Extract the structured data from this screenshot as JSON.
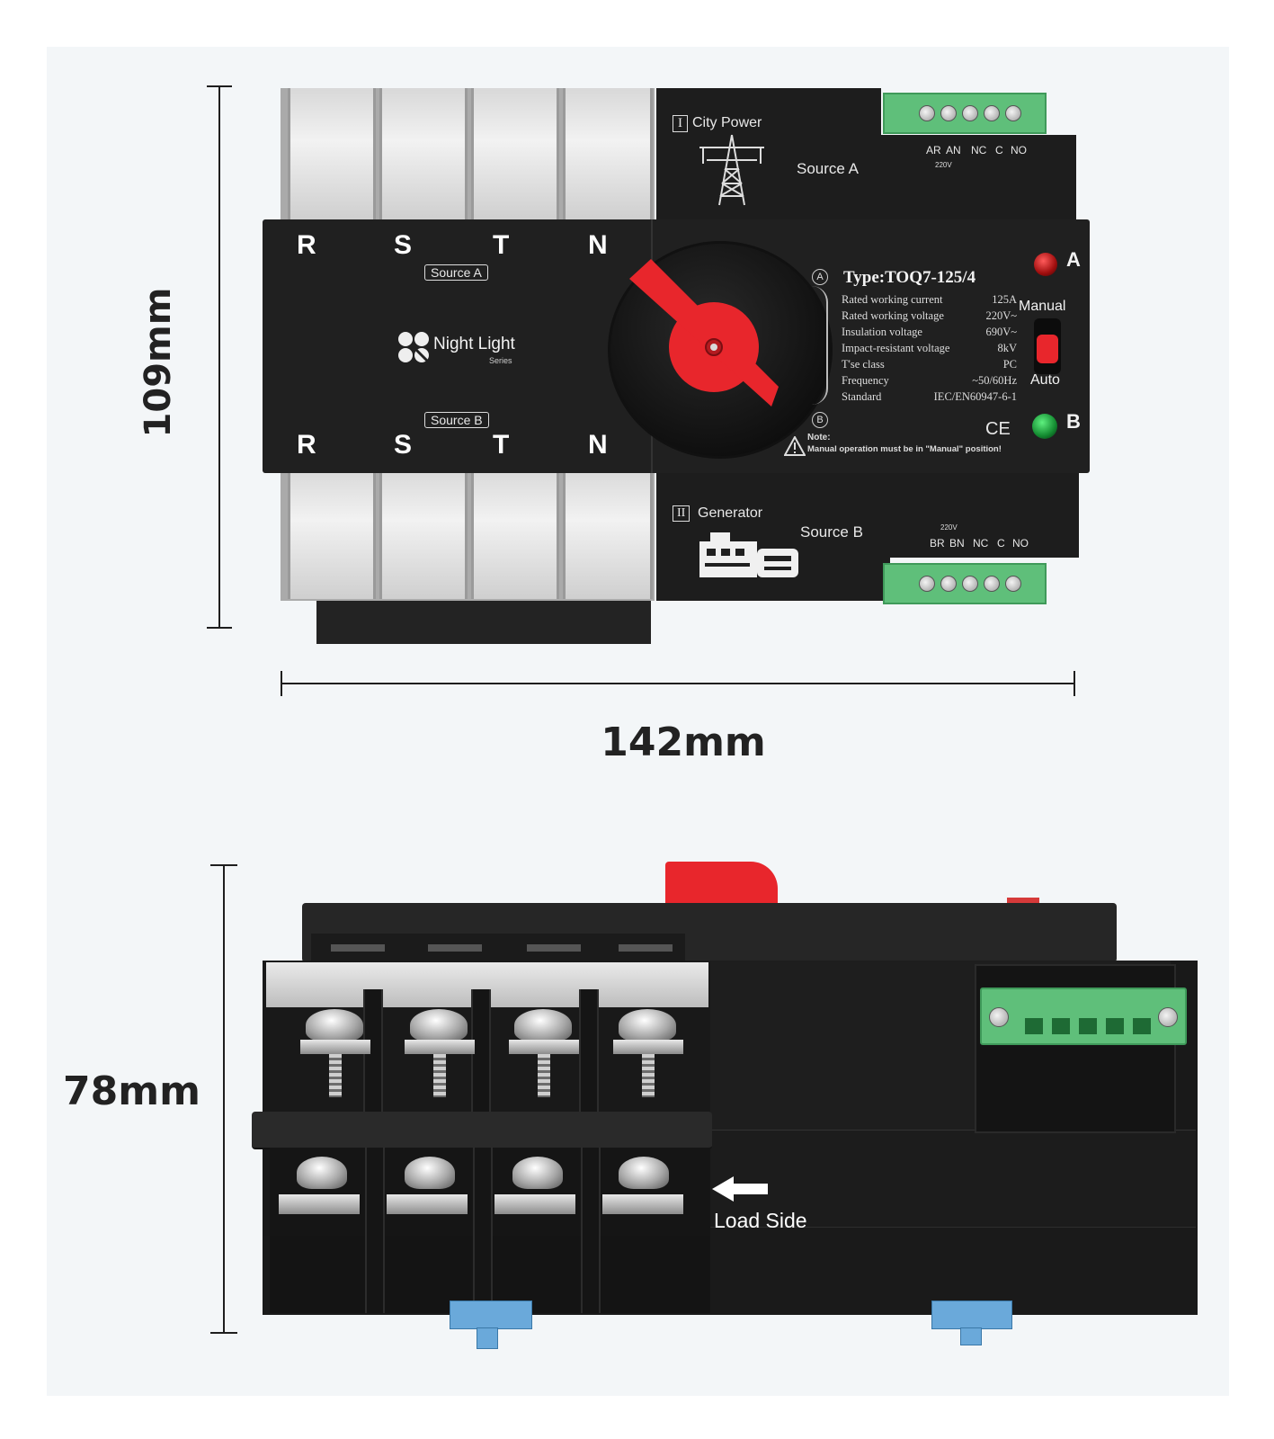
{
  "dimensions": {
    "height": "109mm",
    "width": "142mm",
    "depth": "78mm"
  },
  "device": {
    "phases_top": [
      "R",
      "S",
      "T",
      "N"
    ],
    "phases_bottom": [
      "R",
      "S",
      "T",
      "N"
    ],
    "source_a_tag": "Source A",
    "source_b_tag": "Source B",
    "brand_name": "Night Light",
    "brand_sub": "Series",
    "city_power": {
      "roman": "I",
      "label": "City Power",
      "source": "Source A"
    },
    "generator": {
      "roman": "II",
      "label": "Generator",
      "source": "Source B"
    },
    "terminal_top_labels": [
      "AR",
      "AN",
      "NC",
      "C",
      "NO"
    ],
    "terminal_top_voltage": "220V",
    "terminal_bottom_labels": [
      "BR",
      "BN",
      "NC",
      "C",
      "NO"
    ],
    "terminal_bottom_voltage": "220V",
    "type_label": "Type:TOQ7-125/4",
    "dial_mark_a": "A",
    "dial_mark_b": "B",
    "specs": [
      {
        "label": "Rated working current",
        "value": "125A"
      },
      {
        "label": "Rated working voltage",
        "value": "220V~"
      },
      {
        "label": "Insulation voltage",
        "value": "690V~"
      },
      {
        "label": "Impact-resistant voltage",
        "value": "8kV"
      },
      {
        "label": "T'se class",
        "value": "PC"
      },
      {
        "label": "Frequency",
        "value": "~50/60Hz"
      },
      {
        "label": "Standard",
        "value": "IEC/EN60947-6-1"
      }
    ],
    "ce_mark": "CE",
    "indicator_a": "A",
    "indicator_b": "B",
    "mode_manual": "Manual",
    "mode_auto": "Auto",
    "note_title": "Note:",
    "note_text": "Manual operation must be in \"Manual\" position!",
    "load_side": "Load Side"
  },
  "colors": {
    "body": "#1d1d1d",
    "handle": "#e8262c",
    "terminal": "#5fbf7a",
    "clip": "#6aa9da",
    "led_a": "#c01818",
    "led_b": "#1a9a3a"
  },
  "icons": [
    "transmission-tower-icon",
    "generator-icon",
    "warning-icon",
    "arrow-left-icon",
    "brand-logo-icon"
  ]
}
